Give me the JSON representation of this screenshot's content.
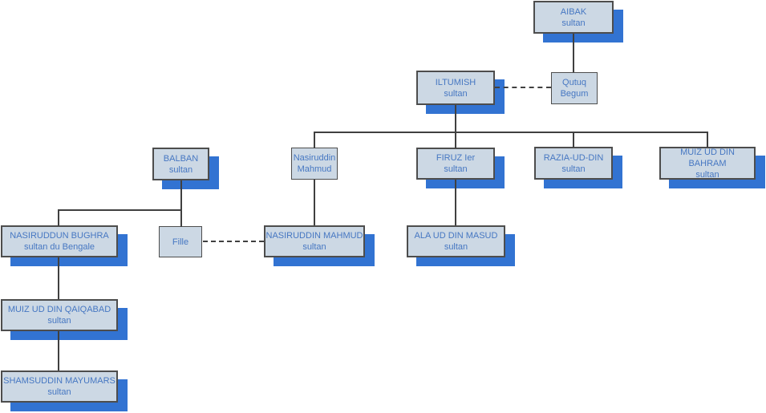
{
  "diagram_type": "genealogy-tree",
  "nodes": {
    "aibak": {
      "label": "AIBAK",
      "sublabel": "sultan"
    },
    "qutuq_begum": {
      "label": "Qutuq Begum",
      "sublabel": ""
    },
    "iltumish": {
      "label": "ILTUMISH",
      "sublabel": "sultan"
    },
    "balban": {
      "label": "BALBAN",
      "sublabel": "sultan"
    },
    "nasiruddin_mahmud_elder": {
      "label": "Nasiruddin Mahmud",
      "sublabel": ""
    },
    "firuz": {
      "label": "FIRUZ Ier",
      "sublabel": "sultan"
    },
    "razia": {
      "label": "RAZIA-UD-DIN",
      "sublabel": "sultan"
    },
    "bahram": {
      "label": "MUIZ UD DIN BAHRAM",
      "sublabel": "sultan"
    },
    "bughra": {
      "label": "NASIRUDDUN BUGHRA",
      "sublabel": "sultan du Bengale"
    },
    "fille": {
      "label": "Fille",
      "sublabel": ""
    },
    "nasiruddin_mahmud": {
      "label": "NASIRUDDIN MAHMUD",
      "sublabel": "sultan"
    },
    "masud": {
      "label": "ALA UD DIN MASUD",
      "sublabel": "sultan"
    },
    "qaiqabad": {
      "label": "MUIZ UD DIN QAIQABAD",
      "sublabel": "sultan"
    },
    "mayumars": {
      "label": "SHAMSUDDIN MAYUMARS",
      "sublabel": "sultan"
    }
  },
  "colors": {
    "box_fill": "#ccd8e4",
    "box_border": "#4d4d4d",
    "shadow": "#3273d2",
    "text": "#4677c2",
    "line": "#404040"
  }
}
